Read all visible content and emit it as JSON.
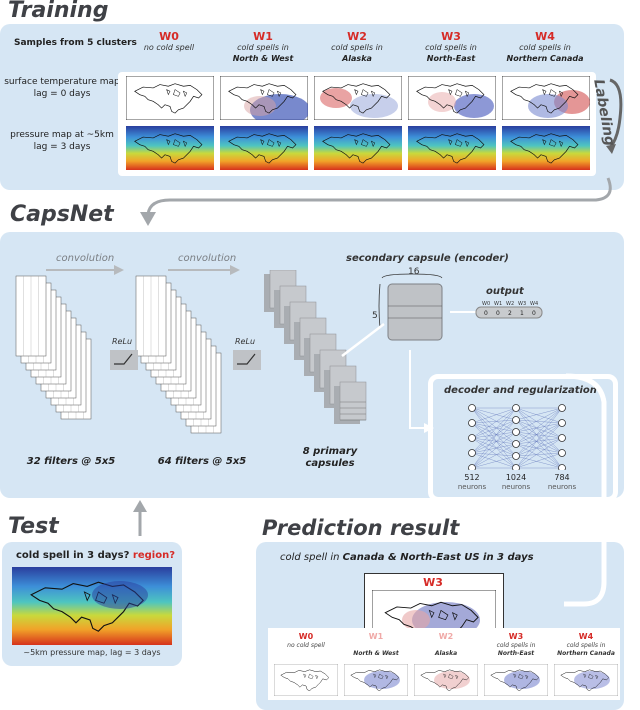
{
  "training": {
    "title": "Training",
    "samples_label": "Samples from 5 clusters",
    "row1_label": "surface temperature map",
    "row1_lag": "lag = 0 days",
    "row2_label": "pressure map at ~5km",
    "row2_lag": "lag = 3 days",
    "clusters": [
      {
        "code": "W0",
        "line1": "no cold spell",
        "line2": ""
      },
      {
        "code": "W1",
        "line1": "cold spells in",
        "line2": "North & West"
      },
      {
        "code": "W2",
        "line1": "cold spells in",
        "line2": "Alaska"
      },
      {
        "code": "W3",
        "line1": "cold spells in",
        "line2": "North-East"
      },
      {
        "code": "W4",
        "line1": "cold spells in",
        "line2": "Northern Canada"
      }
    ],
    "labeling": "Labeling"
  },
  "capsnet": {
    "title": "CapsNet",
    "convolution1": "convolution",
    "convolution2": "convolution",
    "relu1": "ReLu",
    "relu2": "ReLu",
    "filters1": "32 filters @ 5x5",
    "filters2": "64 filters @ 5x5",
    "primary_line1": "8 primary",
    "primary_line2": "capsules",
    "secondary": "secondary capsule (encoder)",
    "dim16": "16",
    "dim5": "5",
    "output": "output",
    "output_labels": [
      "W0",
      "W1",
      "W2",
      "W3",
      "W4"
    ],
    "output_values": [
      "0",
      "0",
      "2",
      "1",
      "0"
    ],
    "decoder_title": "decoder and regularization",
    "layers": [
      {
        "count": "512",
        "unit": "neurons"
      },
      {
        "count": "1024",
        "unit": "neurons"
      },
      {
        "count": "784",
        "unit": "neurons"
      }
    ]
  },
  "test": {
    "title": "Test",
    "question": "cold spell in 3 days?",
    "region": "region?",
    "caption": "~5km pressure map, lag = 3 days"
  },
  "prediction": {
    "title": "Prediction result",
    "summary_prefix": "cold spell in",
    "summary_bold": "Canada & North-East US in 3 days",
    "highlight": "W3",
    "clusters": [
      {
        "code": "W0",
        "line1": "no cold spell",
        "line2": ""
      },
      {
        "code": "W1",
        "line1": "",
        "line2": "North & West"
      },
      {
        "code": "W2",
        "line1": "",
        "line2": "Alaska"
      },
      {
        "code": "W3",
        "line1": "cold spells in",
        "line2": "North-East"
      },
      {
        "code": "W4",
        "line1": "cold spells in",
        "line2": "Northern Canada"
      }
    ]
  },
  "colors": {
    "panel": "#d6e6f4",
    "accent_red": "#d62b27",
    "title_gray": "#3f4146"
  }
}
